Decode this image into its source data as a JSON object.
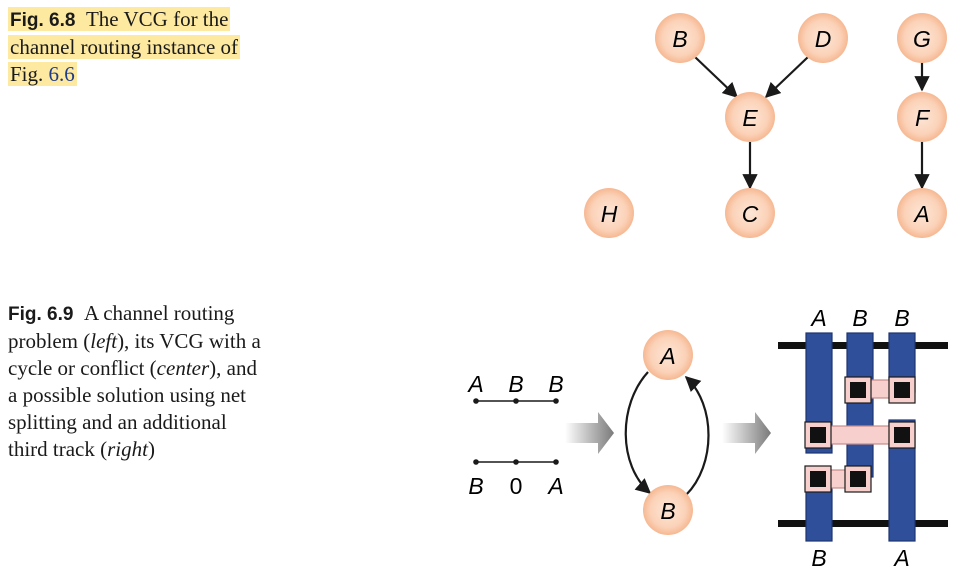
{
  "fig68": {
    "label": "Fig. 6.8",
    "line1": "The VCG for the",
    "line2": "channel routing instance of",
    "line3_prefix": "Fig. ",
    "line3_ref": "6.6"
  },
  "fig69": {
    "label": "Fig. 6.9",
    "t1": "A channel routing",
    "t2a": "problem (",
    "t2b": "left",
    "t2c": "), its VCG with a",
    "t3a": "cycle or conflict (",
    "t3b": "center",
    "t3c": "), and",
    "t4": "a possible solution using net",
    "t5": "splitting and an additional",
    "t6a": "third track (",
    "t6b": "right",
    "t6c": ")"
  },
  "vcg68": {
    "nodes": {
      "B": "B",
      "D": "D",
      "G": "G",
      "E": "E",
      "F": "F",
      "H": "H",
      "C": "C",
      "A": "A"
    }
  },
  "problem": {
    "top_pins": [
      "A",
      "B",
      "B"
    ],
    "bottom_pins": [
      "B",
      "0",
      "A"
    ]
  },
  "cycle": {
    "top": "A",
    "bottom": "B"
  },
  "solution": {
    "top_pins": [
      "A",
      "B",
      "B"
    ],
    "bottom_pins": [
      "B",
      "A"
    ]
  },
  "colors": {
    "node_fill": "#fbd2b8",
    "node_edge": "#f6b892",
    "metal_blue": "#2f4f9a",
    "via_pink": "#f7cfcc",
    "highlight": "#fde9a0"
  }
}
